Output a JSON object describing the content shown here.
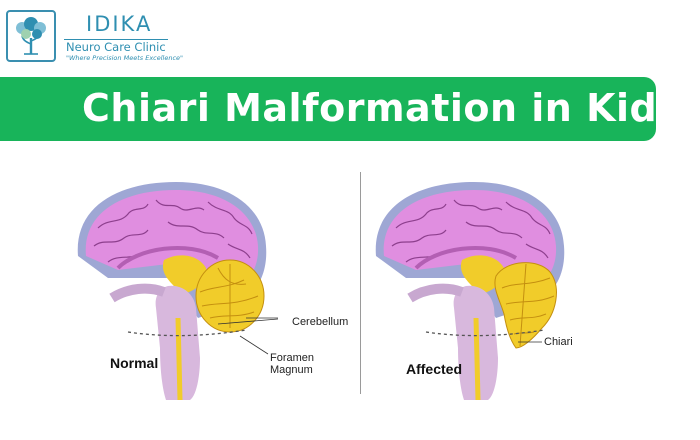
{
  "brand": {
    "name": "IDIKA",
    "subtitle": "Neuro Care Clinic",
    "tagline": "\"Where Precision Meets Excellence\""
  },
  "banner": {
    "title": "Chiari Malformation in Kids"
  },
  "panels": {
    "normal": {
      "label": "Normal",
      "callout_cerebellum": "Cerebellum",
      "callout_foramen_line1": "Foramen",
      "callout_foramen_line2": "Magnum"
    },
    "affected": {
      "label": "Affected",
      "callout_chiari": "Chiari"
    }
  },
  "colors": {
    "brand_teal": "#2f8fb1",
    "banner_green": "#18b45a",
    "cortex_pink": "#e08ee0",
    "skull_blue": "#9ea7d4",
    "cerebellum_yellow": "#f1cc2a",
    "brainstem_lavender": "#d8b8dd"
  }
}
